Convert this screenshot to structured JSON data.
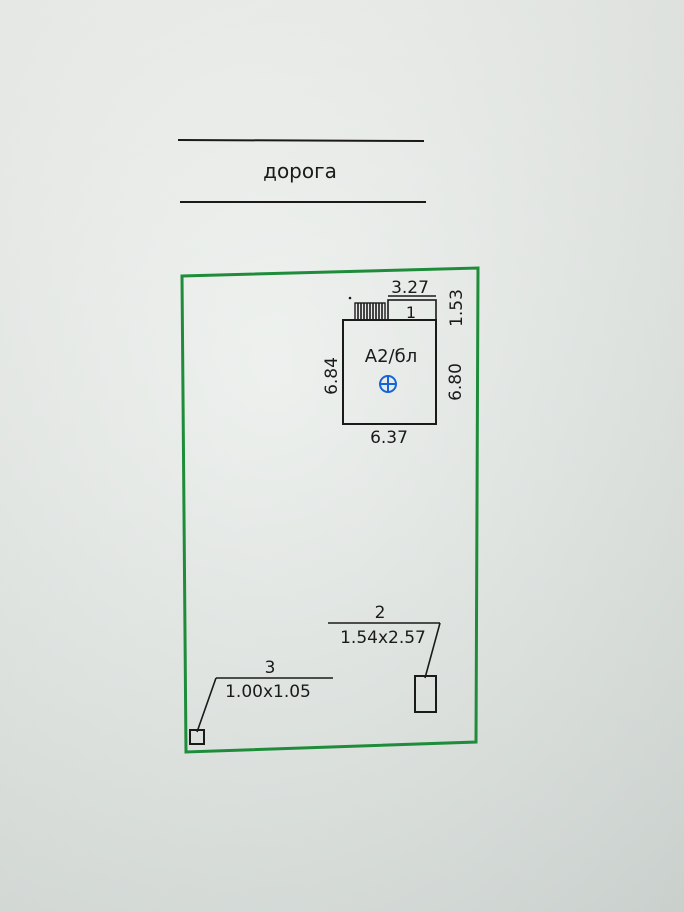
{
  "road": {
    "label": "дорога"
  },
  "house": {
    "name": "А2/бл",
    "dim_top": "3.27",
    "dim_left": "6.84",
    "dim_right": "6.80",
    "dim_bottom": "6.37",
    "dim_annex_right": "1.53",
    "annex_number": "1"
  },
  "building_2": {
    "number": "2",
    "size": "1.54x2.57"
  },
  "building_3": {
    "number": "3",
    "size": "1.00x1.05"
  },
  "colors": {
    "plot_border": "#1e8c3a",
    "ink": "#1a1a1a",
    "marker": "#1565d8"
  },
  "icons": {
    "center_marker": "crosshair-circle-icon"
  }
}
